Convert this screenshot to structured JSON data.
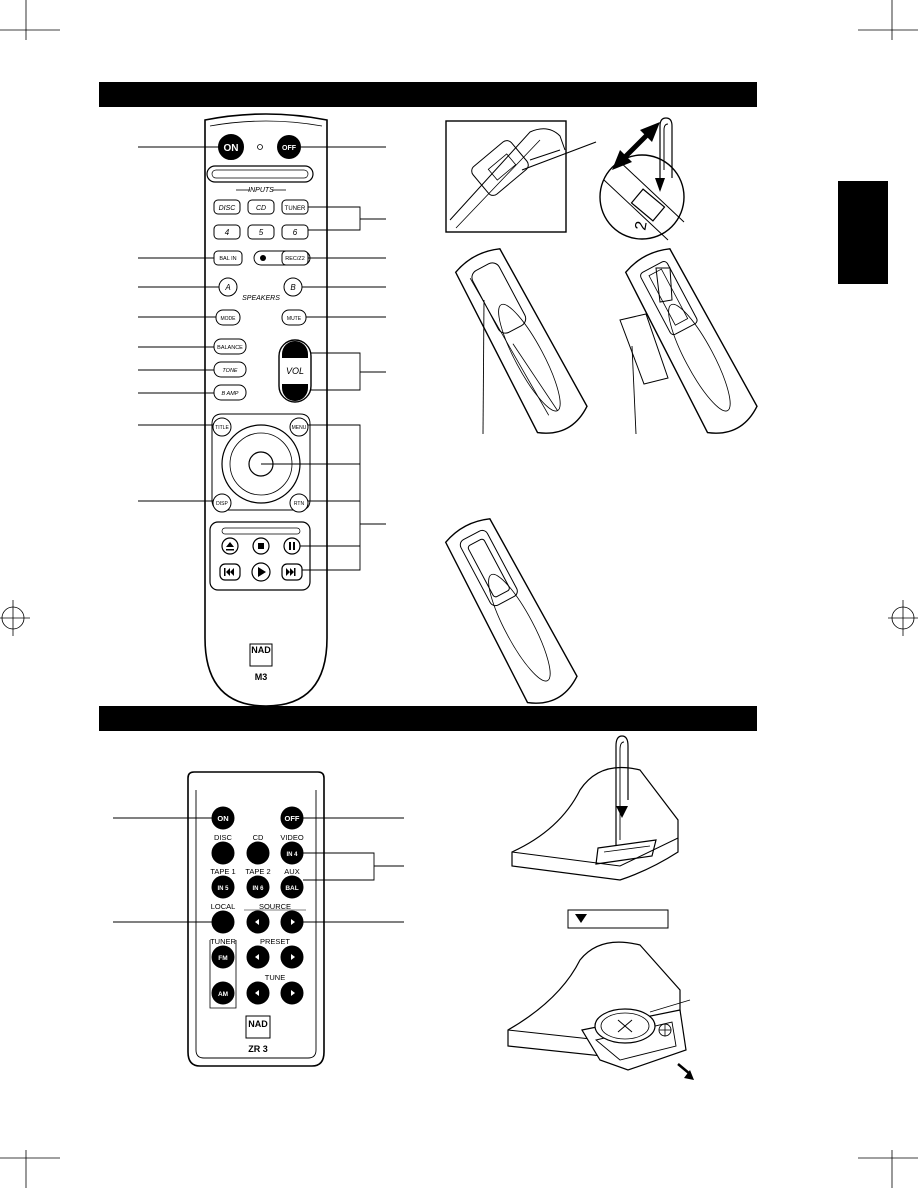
{
  "m3": {
    "on": "ON",
    "off": "OFF",
    "inputs_label": "INPUTS",
    "disc": "DISC",
    "cd": "CD",
    "tuner": "TUNER",
    "in4": "4",
    "in5": "5",
    "in6": "6",
    "bal_in": "BAL IN",
    "rec": "REC/Z2",
    "speakers_label": "SPEAKERS",
    "a": "A",
    "b": "B",
    "mode": "MODE",
    "mute": "MUTE",
    "balance": "BALANCE",
    "tone": "TONE",
    "bamp": "B AMP",
    "vol": "VOL",
    "title": "TITLE",
    "menu": "MENU",
    "disp": "DISP",
    "rtn": "RTN",
    "logo": "NAD",
    "model": "M3"
  },
  "zr3": {
    "on": "ON",
    "off": "OFF",
    "disc": "DISC",
    "cd": "CD",
    "video": "VIDEO",
    "in4": "IN 4",
    "tape1": "TAPE 1",
    "tape2": "TAPE 2",
    "aux": "AUX",
    "in5": "IN 5",
    "in6": "IN 6",
    "bal": "BAL",
    "local": "LOCAL",
    "source": "SOURCE",
    "tuner": "TUNER",
    "preset": "PRESET",
    "fm": "FM",
    "am": "AM",
    "tune": "TUNE",
    "logo": "NAD",
    "model": "ZR 3"
  },
  "battery_fig": {
    "slot_number": "2"
  }
}
